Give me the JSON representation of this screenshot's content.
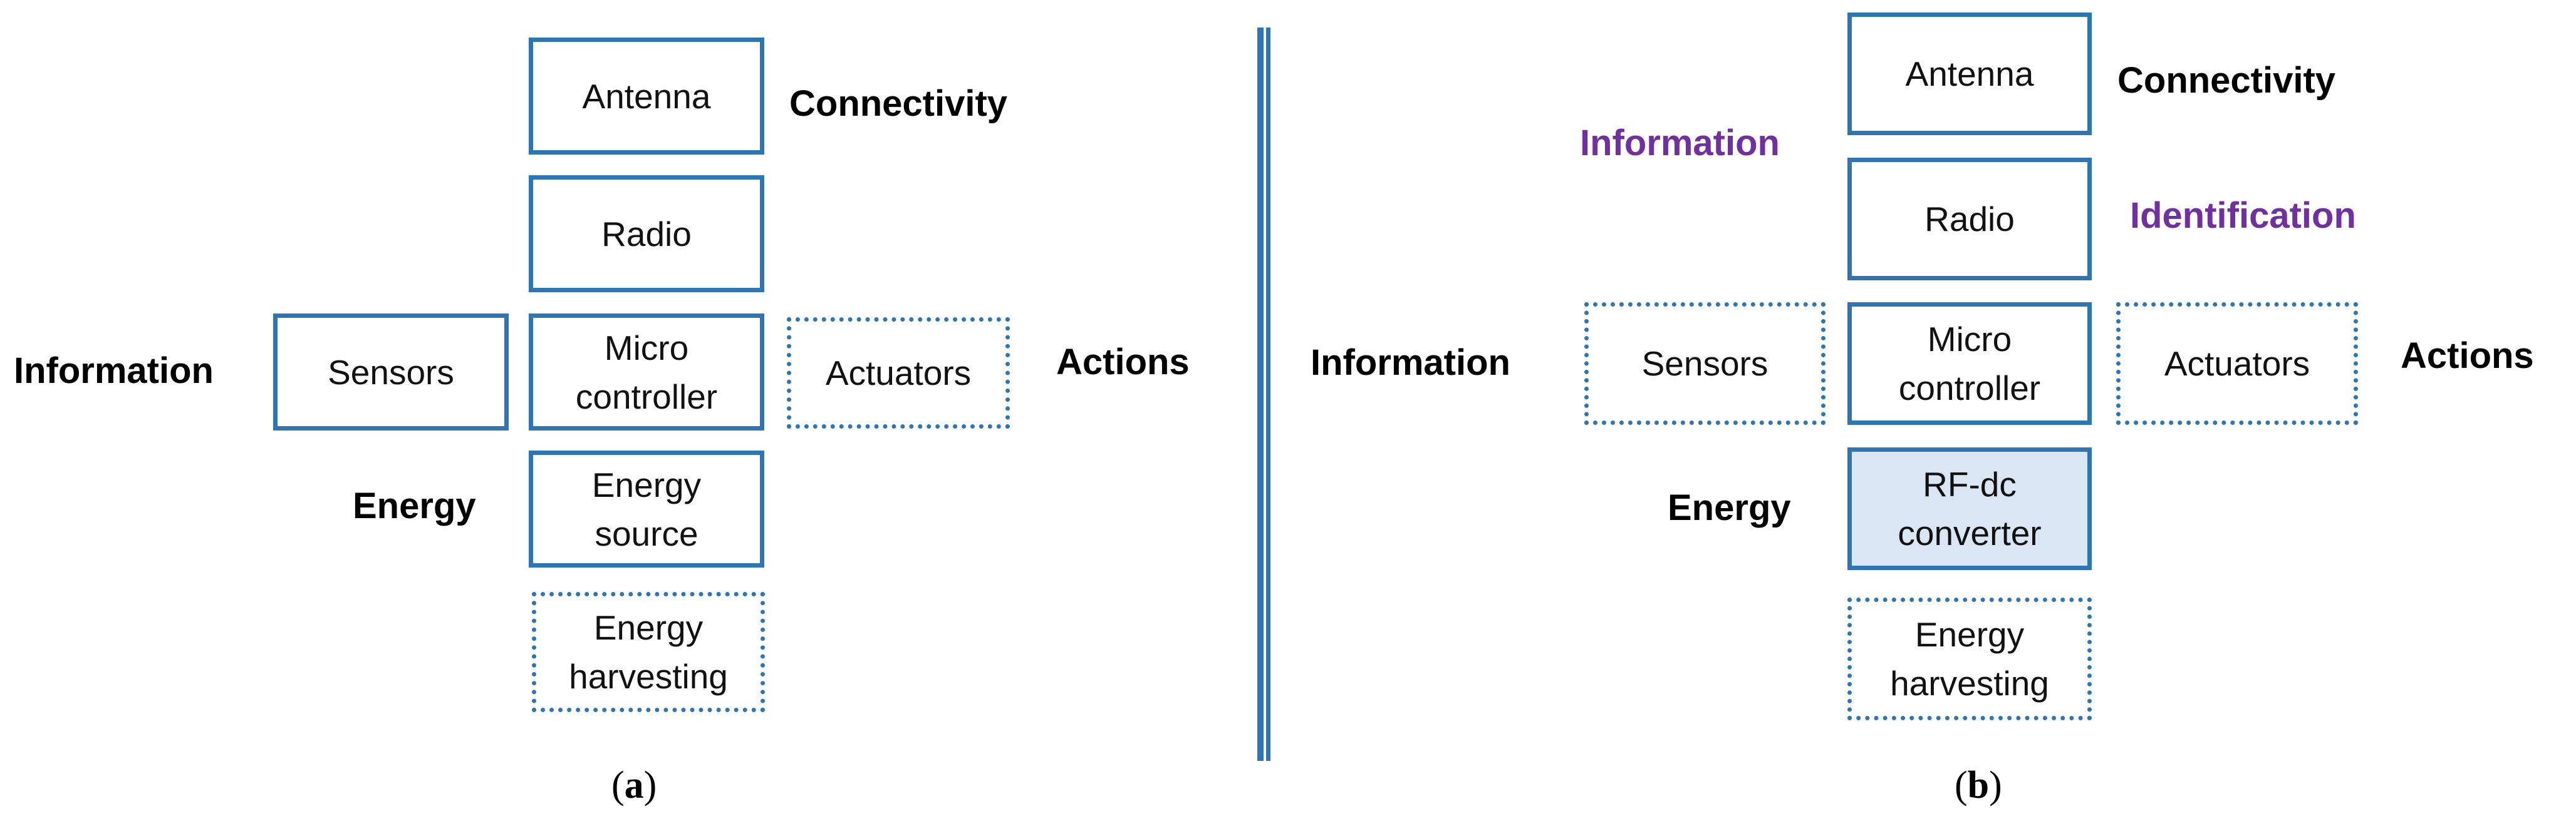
{
  "colors": {
    "box_border": "#2e75b6",
    "highlight_fill": "#dae6f3",
    "accent_label": "#7030a0",
    "divider": "#2e75b6"
  },
  "panel_a": {
    "boxes": {
      "antenna": "Antenna",
      "radio": "Radio",
      "sensors": "Sensors",
      "micro_1": "Micro",
      "micro_2": "controller",
      "actuators": "Actuators",
      "energy_source_1": "Energy",
      "energy_source_2": "source",
      "harvesting_1": "Energy",
      "harvesting_2": "harvesting"
    },
    "labels": {
      "connectivity": "Connectivity",
      "information": "Information",
      "actions": "Actions",
      "energy": "Energy"
    },
    "caption": {
      "open": "(",
      "letter": "a",
      "close": ")"
    }
  },
  "panel_b": {
    "boxes": {
      "antenna": "Antenna",
      "radio": "Radio",
      "sensors": "Sensors",
      "micro_1": "Micro",
      "micro_2": "controller",
      "actuators": "Actuators",
      "rfdc_1": "RF-dc",
      "rfdc_2": "converter",
      "harvesting_1": "Energy",
      "harvesting_2": "harvesting"
    },
    "labels": {
      "connectivity": "Connectivity",
      "information_top": "Information",
      "identification": "Identification",
      "information": "Information",
      "actions": "Actions",
      "energy": "Energy"
    },
    "caption": {
      "open": "(",
      "letter": "b",
      "close": ")"
    }
  }
}
